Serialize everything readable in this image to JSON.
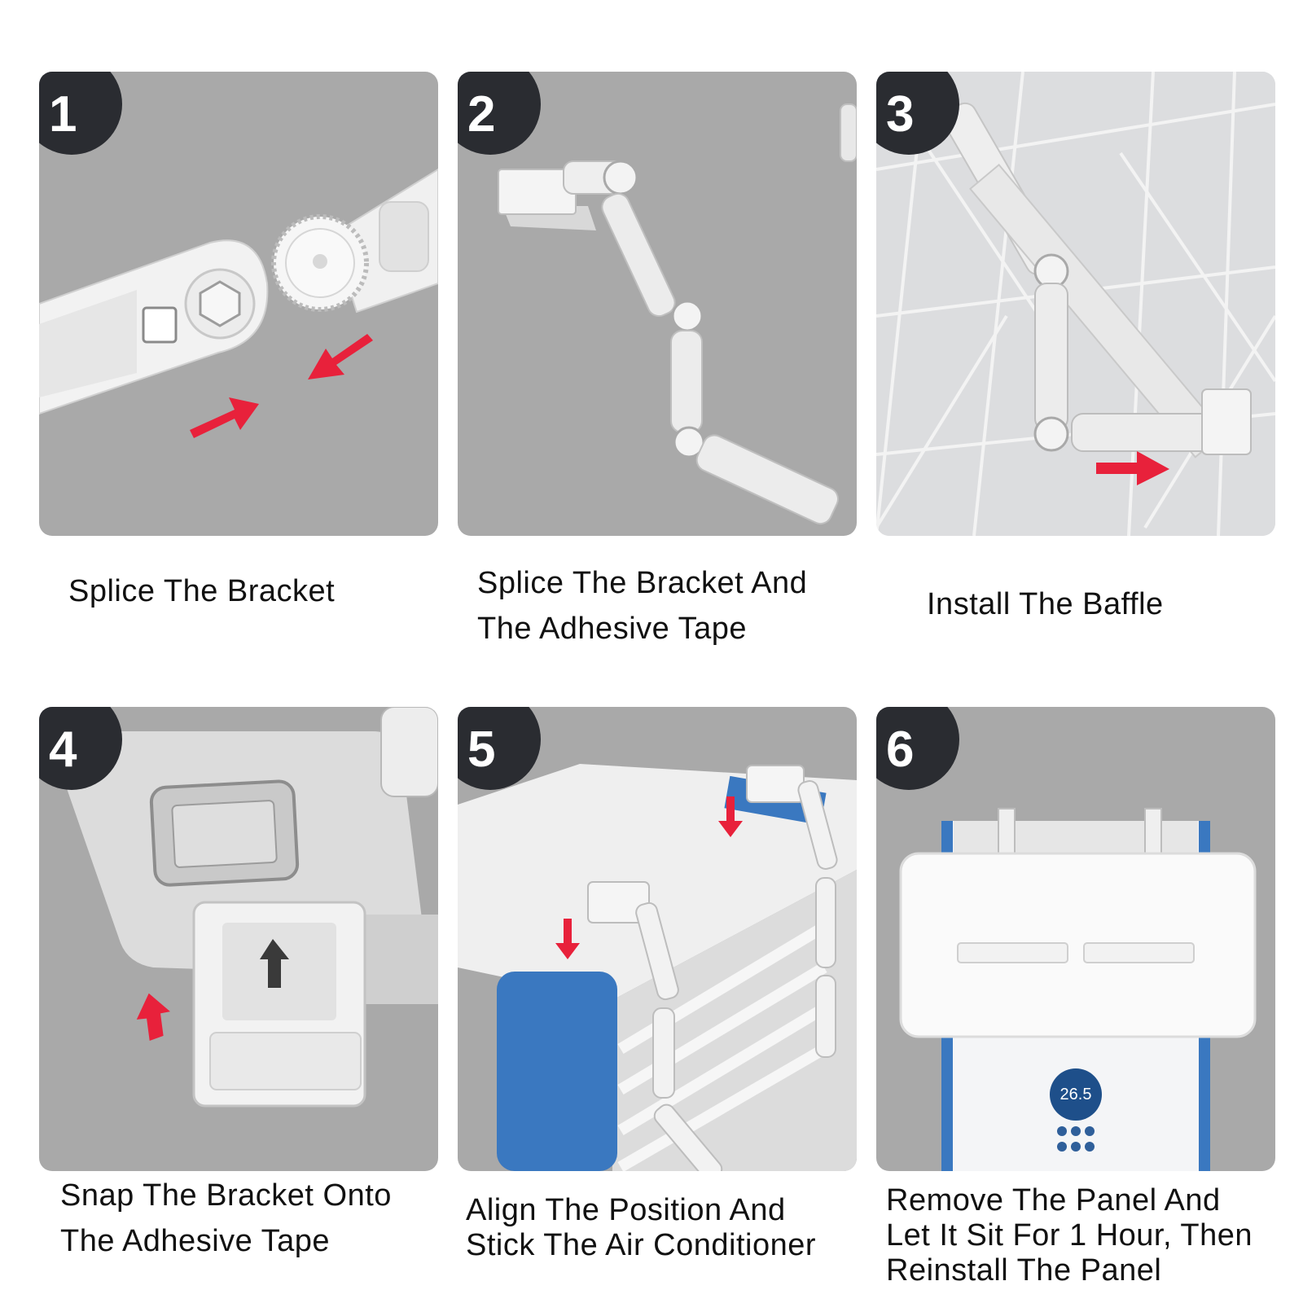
{
  "steps": [
    {
      "number": "1",
      "lines": [
        "Splice The Bracket"
      ]
    },
    {
      "number": "2",
      "lines": [
        "Splice The Bracket And",
        "The Adhesive Tape"
      ]
    },
    {
      "number": "3",
      "lines": [
        "Install The Baffle"
      ]
    },
    {
      "number": "4",
      "lines": [
        "Snap The Bracket Onto",
        "The Adhesive Tape"
      ]
    },
    {
      "number": "5",
      "lines": [
        "Align The Position And",
        "Stick The Air Conditioner"
      ]
    },
    {
      "number": "6",
      "lines": [
        "Remove The Panel And",
        "Let It Sit For 1 Hour, Then",
        "Reinstall The Panel"
      ]
    }
  ],
  "colors": {
    "panel_background": "#a9a9a9",
    "badge": "#2a2c31",
    "arrow": "#e8213b",
    "accent_blue": "#3a78c0"
  },
  "icons": [
    "step-badge",
    "red-arrow-icon",
    "down-arrow-icon",
    "bracket-illustration"
  ],
  "display_reading": "26.5"
}
